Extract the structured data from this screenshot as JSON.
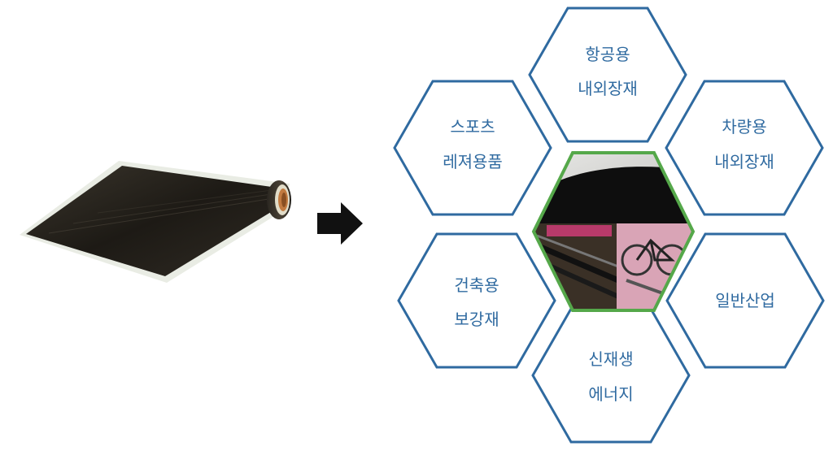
{
  "diagram": {
    "hexagons": [
      {
        "id": "aerospace",
        "line1": "항공용",
        "line2": "내외장재"
      },
      {
        "id": "sports",
        "line1": "스포츠",
        "line2": "레져용품"
      },
      {
        "id": "vehicle",
        "line1": "차량용",
        "line2": "내외장재"
      },
      {
        "id": "construction",
        "line1": "건축용",
        "line2": "보강재"
      },
      {
        "id": "industry",
        "line1": "일반산업",
        "line2": ""
      },
      {
        "id": "energy",
        "line1": "신재생",
        "line2": "에너지"
      }
    ]
  },
  "colors": {
    "hex_border": "#2f6aa0",
    "hex_label": "#2f6aa0",
    "center_border": "#55a84a",
    "arrow": "#111111"
  },
  "icons": {
    "arrow": "arrow-right-icon",
    "roll": "carbon-fiber-roll-image",
    "center": "carbon-products-collage-image"
  }
}
